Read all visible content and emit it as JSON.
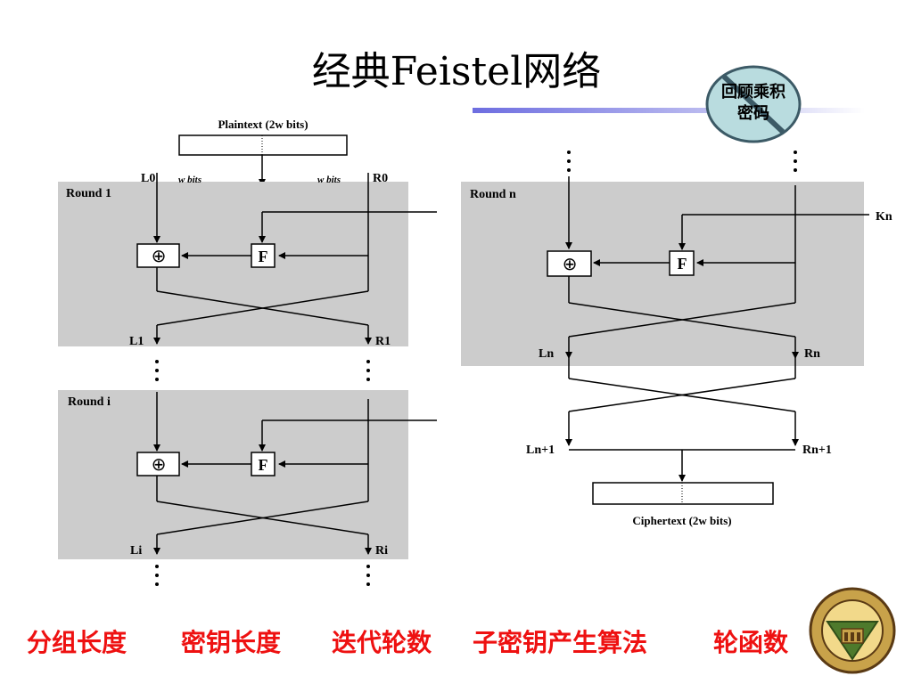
{
  "title": "经典Feistel网络",
  "badge": {
    "line1": "回顾乘积",
    "line2": "密码",
    "icon": "circle-slash-icon"
  },
  "left": {
    "plaintext_label": "Plaintext (2w bits)",
    "round1_label": "Round 1",
    "roundi_label": "Round i",
    "l0": "L0",
    "r0": "R0",
    "wbits_left": "w bits",
    "wbits_right": "w bits",
    "l1": "L1",
    "r1": "R1",
    "li": "Li",
    "ri": "Ri",
    "xor_symbol": "⊕",
    "f_symbol": "F"
  },
  "right": {
    "roundn_label": "Round n",
    "kn": "Kn",
    "ln": "Ln",
    "rn": "Rn",
    "ln1": "Ln+1",
    "rn1": "Rn+1",
    "ciphertext_label": "Ciphertext (2w bits)",
    "xor_symbol": "⊕",
    "f_symbol": "F"
  },
  "bottom_items": [
    "分组长度",
    "密钥长度",
    "迭代轮数",
    "子密钥产生算法",
    "轮函数"
  ],
  "colors": {
    "round_bg": "#cccccc",
    "bottom_text": "#ee1111",
    "accent_bar": "#6d6de0",
    "badge_fill": "#b9dcdf"
  },
  "logo": {
    "icon": "university-seal-icon"
  }
}
